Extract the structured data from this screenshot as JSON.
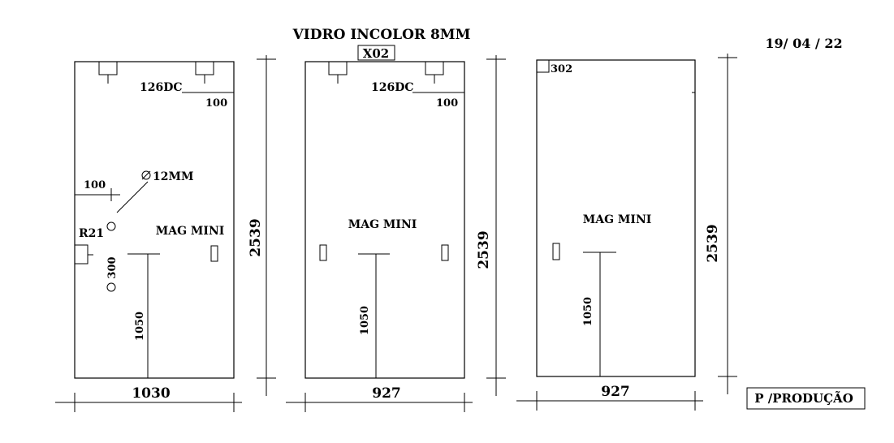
{
  "header": {
    "title": "VIDRO INCOLOR 8MM",
    "code": "X02",
    "date": "19/ 04 / 22",
    "note": "P /PRODUÇÃO"
  },
  "panels": [
    {
      "width_label": "1030",
      "height_label": "2539",
      "notch_label": "126DC",
      "notch_offset_label": "100",
      "hole_label": "12MM",
      "hole_offset_label": "100",
      "radius_label": "R21",
      "hole_spacing_label": "300",
      "handle_label": "MAG MINI",
      "handle_height_label": "1050"
    },
    {
      "width_label": "927",
      "height_label": "2539",
      "notch_label": "126DC",
      "notch_offset_label": "100",
      "handle_label": "MAG MINI",
      "handle_height_label": "1050"
    },
    {
      "width_label": "927",
      "height_label": "2539",
      "corner_label": "302",
      "handle_label": "MAG MINI",
      "handle_height_label": "1050"
    }
  ]
}
